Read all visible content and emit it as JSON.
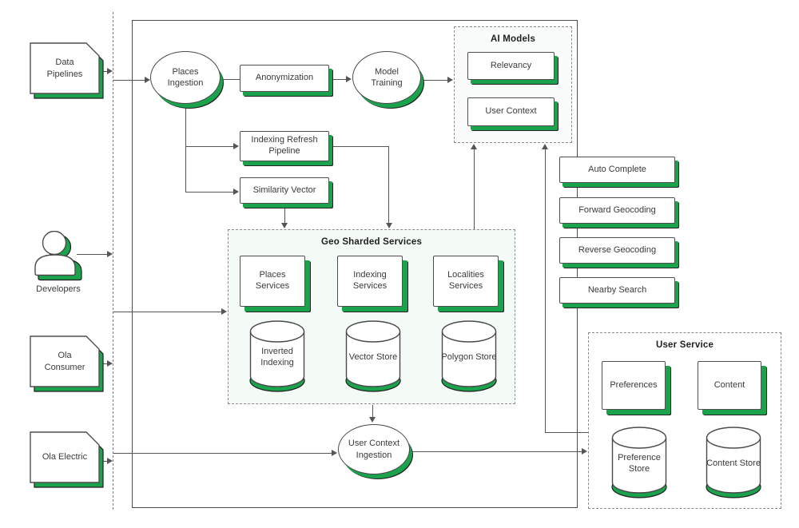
{
  "colors": {
    "green": "#1aa24c",
    "line": "#555555",
    "shape_border": "#4f4f4f",
    "container_tint": "#f4faf6"
  },
  "sources": {
    "data_pipelines": "Data Pipelines",
    "developers": "Developers",
    "ola_consumer": "Ola Consumer",
    "ola_electric": "Ola Electric"
  },
  "pipeline": {
    "places_ingestion": "Places Ingestion",
    "anonymization": "Anonymization",
    "model_training": "Model Training",
    "indexing_refresh_pipeline": "Indexing Refresh Pipeline",
    "similarity_vector": "Similarity Vector",
    "user_context_ingestion": "User Context Ingestion"
  },
  "ai_models": {
    "title": "AI Models",
    "items": [
      "Relevancy",
      "User Context"
    ]
  },
  "geo_sharded_services": {
    "title": "Geo Sharded Services",
    "services": [
      "Places Services",
      "Indexing Services",
      "Localities Services"
    ],
    "stores": [
      "Inverted Indexing",
      "Vector Store",
      "Polygon Store"
    ]
  },
  "apis": {
    "items": [
      "Auto Complete",
      "Forward Geocoding",
      "Reverse Geocoding",
      "Nearby Search"
    ]
  },
  "user_service": {
    "title": "User Service",
    "services": [
      "Preferences",
      "Content"
    ],
    "stores": [
      "Preference Store",
      "Content Store"
    ]
  }
}
